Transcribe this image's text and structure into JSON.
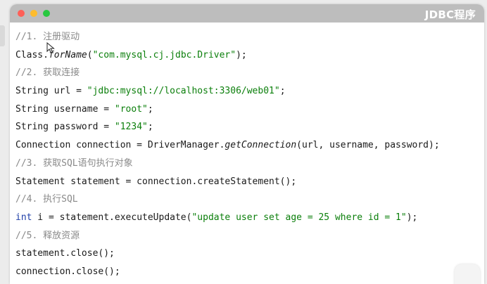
{
  "window": {
    "title": "JDBC程序"
  },
  "code": {
    "lines": [
      {
        "kind": "comment",
        "text": "//1. 注册驱动"
      },
      {
        "kind": "code",
        "parts": [
          "Class.",
          "forName",
          "(",
          "\"com.mysql.cj.jdbc.Driver\"",
          ");"
        ]
      },
      {
        "kind": "comment",
        "text": "//2. 获取连接"
      },
      {
        "kind": "code",
        "parts": [
          "String url = ",
          "\"jdbc:mysql://localhost:3306/web01\"",
          ";"
        ]
      },
      {
        "kind": "code",
        "parts": [
          "String username = ",
          "\"root\"",
          ";"
        ]
      },
      {
        "kind": "code",
        "parts": [
          "String password = ",
          "\"1234\"",
          ";"
        ]
      },
      {
        "kind": "code",
        "parts": [
          "Connection connection = DriverManager.",
          "getConnection",
          "(url, username, password);"
        ]
      },
      {
        "kind": "comment",
        "text": "//3. 获取SQL语句执行对象"
      },
      {
        "kind": "code",
        "parts": [
          "Statement statement = connection.createStatement();"
        ]
      },
      {
        "kind": "comment",
        "text": "//4. 执行SQL"
      },
      {
        "kind": "code",
        "parts": [
          "int",
          " i = statement.executeUpdate(",
          "\"update user set age = 25 where id = 1\"",
          ");"
        ]
      },
      {
        "kind": "comment",
        "text": "//5. 释放资源"
      },
      {
        "kind": "code",
        "parts": [
          "statement.close();"
        ]
      },
      {
        "kind": "code",
        "parts": [
          "connection.close();"
        ]
      }
    ]
  },
  "colors": {
    "comment": "#8a8a8a",
    "string": "#0b7f0b",
    "keyword": "#1f3ea8",
    "titlebar": "#bdbdbd"
  }
}
